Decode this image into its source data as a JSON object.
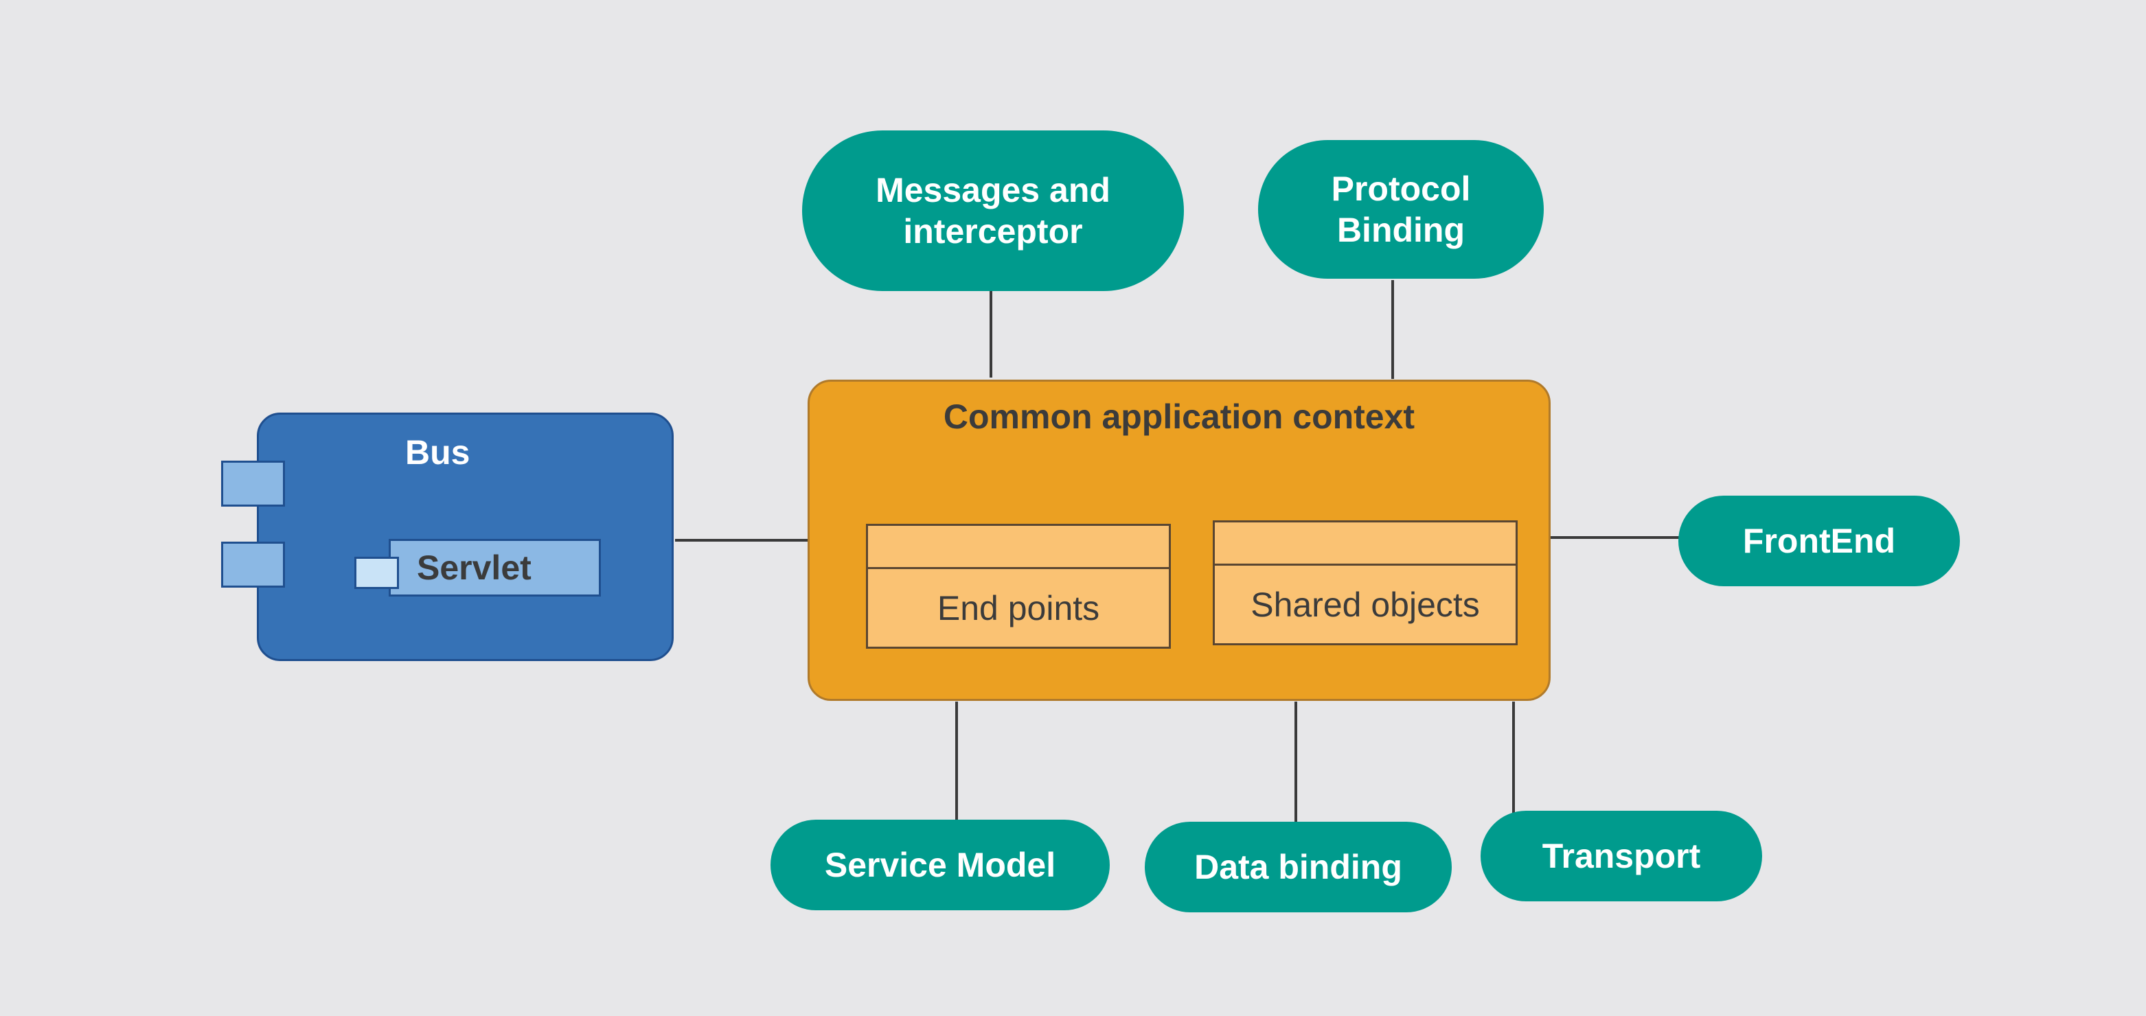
{
  "nodes": {
    "messages": "Messages and\ninterceptor",
    "protocol": "Protocol\nBinding",
    "frontend": "FrontEnd",
    "service_model": "Service Model",
    "data_binding": "Data binding",
    "transport": "Transport"
  },
  "bus": {
    "title": "Bus",
    "servlet": "Servlet"
  },
  "context": {
    "title": "Common application context",
    "endpoints": "End points",
    "shared_objects": "Shared objects"
  },
  "colors": {
    "background": "#e7e7e9",
    "pill": "#009b8d",
    "bus": "#3672b6",
    "context": "#eba022",
    "compartment": "#fac273"
  }
}
